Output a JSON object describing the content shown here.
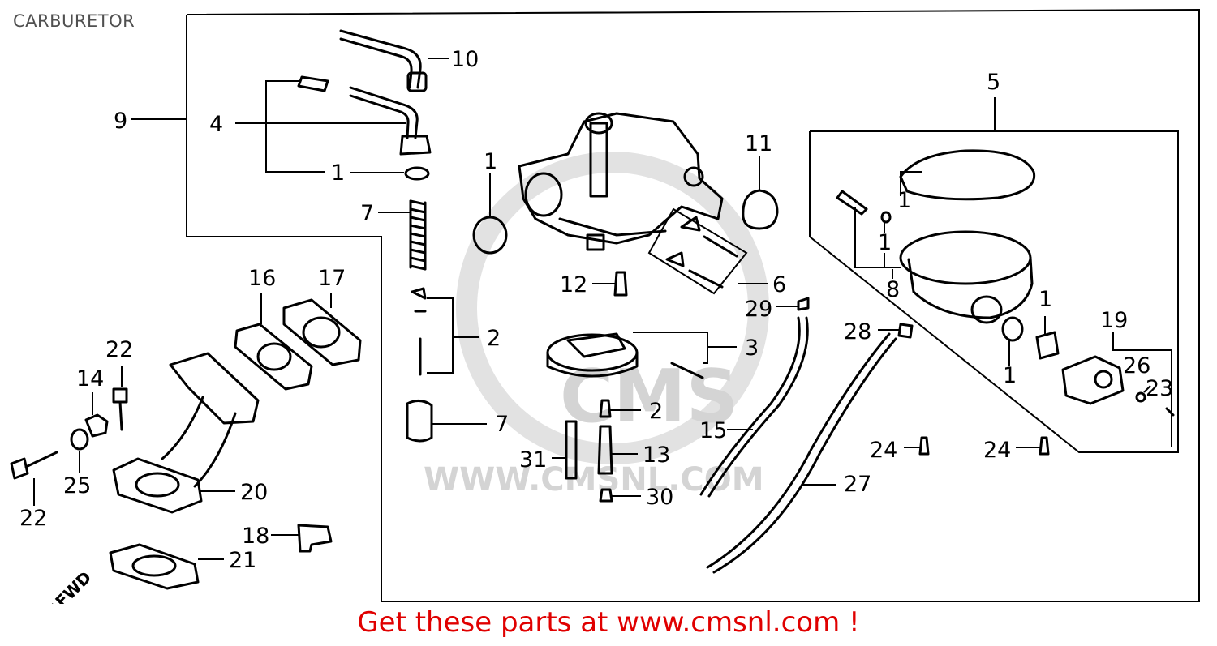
{
  "title": "CARBURETOR",
  "footer": "Get these parts at www.cmsnl.com !",
  "watermark": {
    "logo_text": "CMS",
    "url_text": "WWW.CMSNL.COM"
  },
  "direction_marker": "FWD",
  "callouts": {
    "c10": "10",
    "c9": "9",
    "c4": "4",
    "c1a": "1",
    "c7a": "7",
    "c1b": "1",
    "c11": "11",
    "c5": "5",
    "c1c": "1",
    "c1d": "1",
    "c8": "8",
    "c6": "6",
    "c12": "12",
    "c29": "29",
    "c16": "16",
    "c17": "17",
    "c2a": "2",
    "c3": "3",
    "c28": "28",
    "c1e": "1",
    "c19": "19",
    "c1f": "1",
    "c26": "26",
    "c23": "23",
    "c22a": "22",
    "c14": "14",
    "c2b": "2",
    "c7b": "7",
    "c15": "15",
    "c24a": "24",
    "c24b": "24",
    "c31": "31",
    "c13": "13",
    "c25": "25",
    "c20": "20",
    "c27": "27",
    "c30": "30",
    "c22b": "22",
    "c18": "18",
    "c21": "21"
  }
}
